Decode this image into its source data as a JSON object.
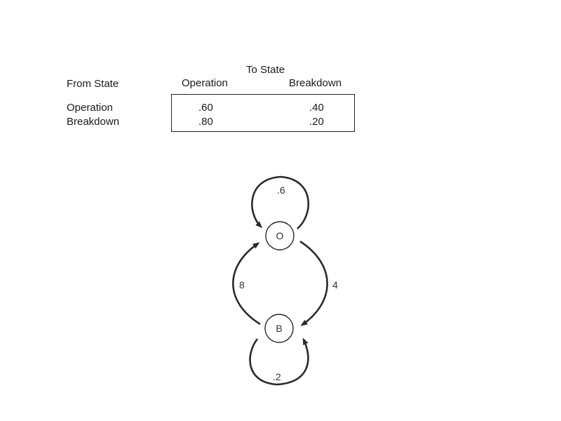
{
  "table": {
    "to_state_label": "To State",
    "from_state_label": "From State",
    "columns": [
      "Operation",
      "Breakdown"
    ],
    "rows": [
      {
        "label": "Operation",
        "values": [
          ".60",
          ".40"
        ]
      },
      {
        "label": "Breakdown",
        "values": [
          ".80",
          ".20"
        ]
      }
    ]
  },
  "diagram": {
    "nodes": [
      {
        "id": "O",
        "label": "O"
      },
      {
        "id": "B",
        "label": "B"
      }
    ],
    "edges": [
      {
        "from": "O",
        "to": "O",
        "label": ".6"
      },
      {
        "from": "O",
        "to": "B",
        "label": "4"
      },
      {
        "from": "B",
        "to": "O",
        "label": "8"
      },
      {
        "from": "B",
        "to": "B",
        "label": ".2"
      }
    ],
    "stroke_color": "#2b2b2b"
  }
}
